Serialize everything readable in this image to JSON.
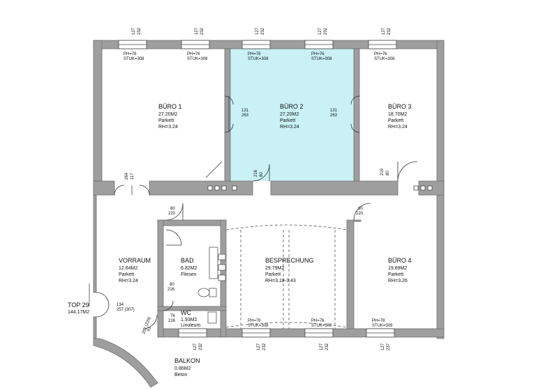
{
  "highlight_color": "#c9f1f6",
  "wall_color": "#9e9e9e",
  "rooms": {
    "buero1": {
      "name": "BÜRO 1",
      "area": "27.20M2",
      "floor": "Parkett",
      "rh": "RH=3.24"
    },
    "buero2": {
      "name": "BÜRO 2",
      "area": "27.20M2",
      "floor": "Parkett",
      "rh": "RH=3.24"
    },
    "buero3": {
      "name": "BÜRO 3",
      "area": "18.70M2",
      "floor": "Parkett",
      "rh": "RH=3.24"
    },
    "buero4": {
      "name": "BÜRO 4",
      "area": "19.89M2",
      "floor": "Parkett",
      "rh": "RH=3.26"
    },
    "vorraum": {
      "name": "VORRAUM",
      "area": "12.64M2",
      "floor": "Parkett",
      "rh": "RH=3.24"
    },
    "bad": {
      "name": "BAD",
      "area": "6.82M2",
      "floor": "Fliesen"
    },
    "wc": {
      "name": "WC",
      "area": "1.93M2",
      "floor": "Linoleum"
    },
    "besprechung": {
      "name": "BESPRECHUNG",
      "area": "29.79M2",
      "floor": "Parkett",
      "rh": "RH=3.18-3.43"
    },
    "balkon": {
      "name": "BALKON",
      "area": "0.86M2",
      "floor": "Beton"
    }
  },
  "unit": {
    "name": "TOP 29",
    "area": "144.17M2"
  },
  "window_labels": {
    "top_ph": [
      "PH=76",
      "PH=76",
      "PH=76",
      "PH=76",
      "PH=76"
    ],
    "top_stuk": [
      "STUK=308",
      "STUK=308",
      "STUK=308",
      "STUK=308",
      "STUK=308"
    ],
    "bottom_ph": [
      "PH=76",
      "PH=76",
      "PH=78"
    ],
    "bottom_stuk": [
      "STUK=308",
      "STUK=308",
      "STUK=309"
    ],
    "top_dims_a": [
      "127",
      "127",
      "127",
      "127",
      "127"
    ],
    "top_dims_b": [
      "232",
      "232",
      "232",
      "232",
      "232"
    ],
    "bottom_dims_a": [
      "127",
      "127",
      "127",
      "127"
    ],
    "bottom_dims_b": [
      "232",
      "232",
      "232",
      "237"
    ]
  },
  "door_labels": {
    "d1_a": "131",
    "d1_b": "263",
    "d2_a": "131",
    "d2_b": "263",
    "d3_a": "117",
    "d3_b": "264",
    "d4_a": "80",
    "d4_b": "216",
    "d5_a": "80",
    "d5_b": "219",
    "d6_a": "80",
    "d6_b": "220",
    "d7_a": "80",
    "d7_b": "220",
    "d8_a": "80",
    "d8_b": "216",
    "d9_a": "76",
    "d9_b": "216",
    "d10_a": "134",
    "d10_b": "257 (307)",
    "d11_a": "61",
    "d11_b": "202 (229)"
  }
}
